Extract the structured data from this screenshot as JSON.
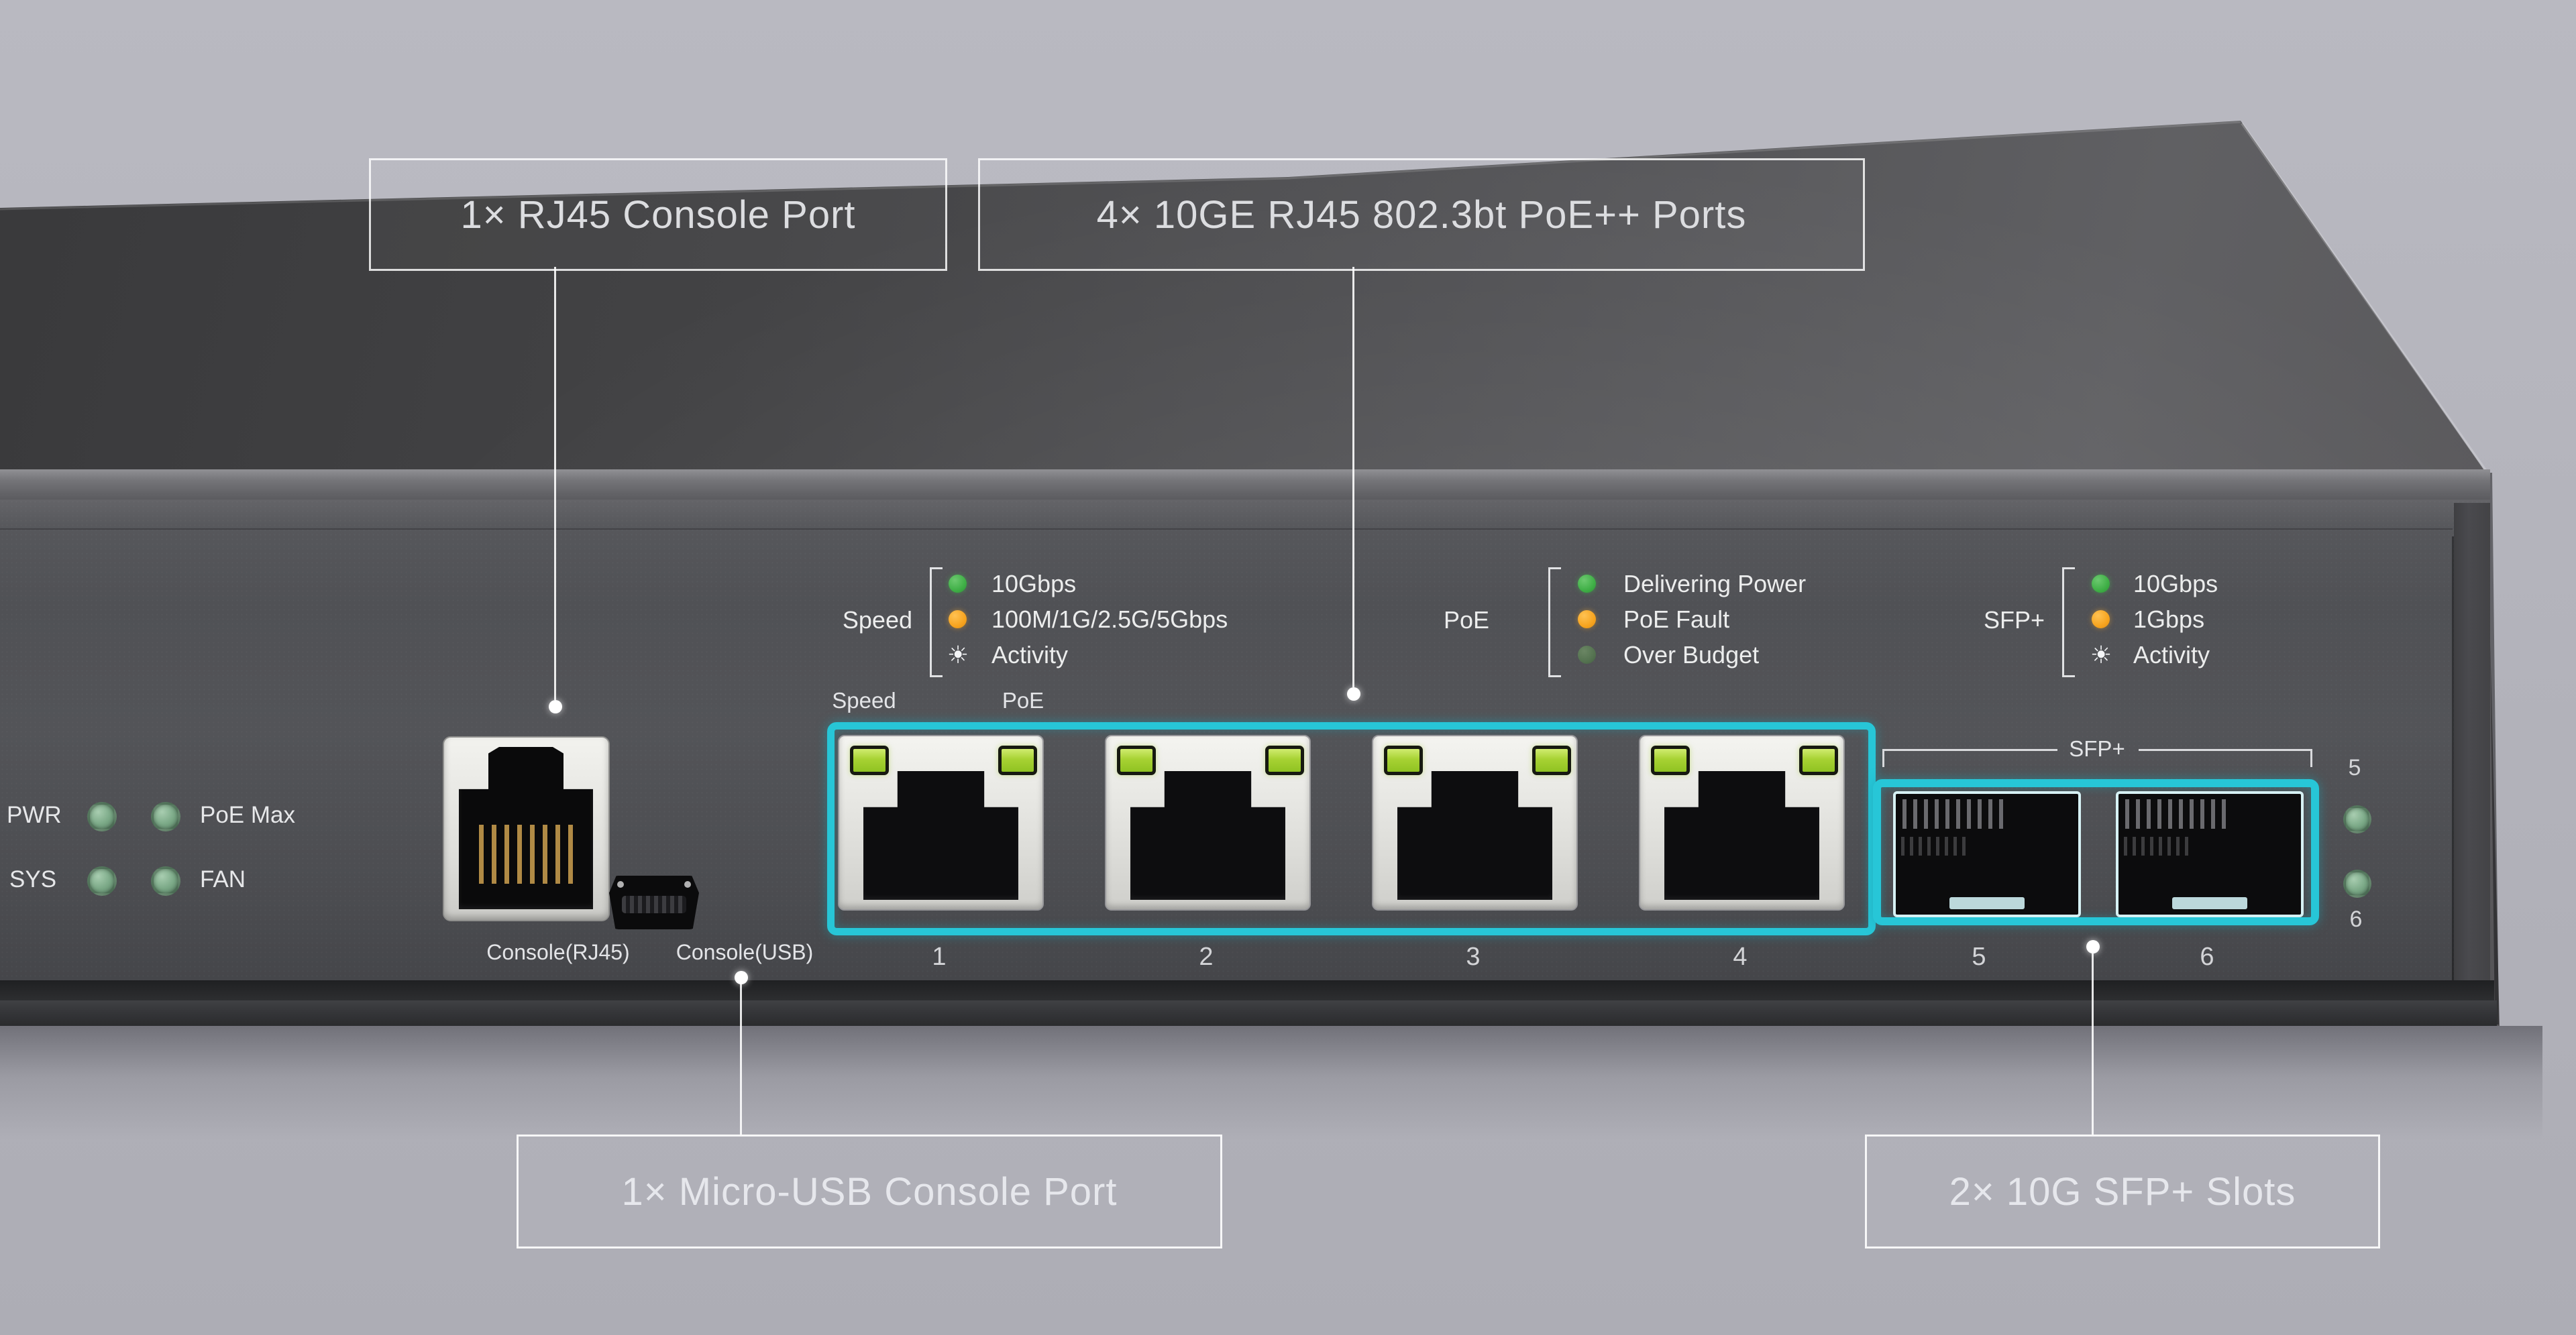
{
  "callouts": {
    "rj45_console": "1× RJ45 Console Port",
    "poe_ports": "4× 10GE RJ45 802.3bt PoE++ Ports",
    "usb_console": "1× Micro-USB Console Port",
    "sfp_slots": "2× 10G SFP+ Slots"
  },
  "status_panel": {
    "pwr": "PWR",
    "sys": "SYS",
    "poe_max": "PoE Max",
    "fan": "FAN"
  },
  "legends": {
    "speed": {
      "label": "Speed",
      "items": [
        {
          "led": "green",
          "text": "10Gbps"
        },
        {
          "led": "orange",
          "text": "100M/1G/2.5G/5Gbps"
        },
        {
          "led": "activity",
          "text": "Activity"
        }
      ]
    },
    "poe": {
      "label": "PoE",
      "items": [
        {
          "led": "green",
          "text": "Delivering Power"
        },
        {
          "led": "orange",
          "text": "PoE Fault"
        },
        {
          "led": "dim-green",
          "text": "Over Budget"
        }
      ]
    },
    "sfp": {
      "label": "SFP+",
      "items": [
        {
          "led": "green",
          "text": "10Gbps"
        },
        {
          "led": "orange",
          "text": "1Gbps"
        },
        {
          "led": "activity",
          "text": "Activity"
        }
      ]
    }
  },
  "ports": {
    "console_rj45": "Console(RJ45)",
    "console_usb": "Console(USB)",
    "speed_col": "Speed",
    "poe_col": "PoE",
    "rj45_numbers": [
      "1",
      "2",
      "3",
      "4"
    ],
    "sfp_group": "SFP+",
    "sfp_numbers": [
      "5",
      "6"
    ],
    "side_numbers": [
      "5",
      "6"
    ]
  },
  "icons": {
    "activity": "☀"
  },
  "colors": {
    "highlight_teal": "#27c6d7",
    "legend_green": "#3faf46",
    "legend_orange": "#f7a41f",
    "legend_dim_green": "#55784f",
    "port_led_green": "#a7d233",
    "status_led_green": "#7aa886",
    "background": "#b4b4bc",
    "chassis_dark": "#4a4a4e"
  }
}
